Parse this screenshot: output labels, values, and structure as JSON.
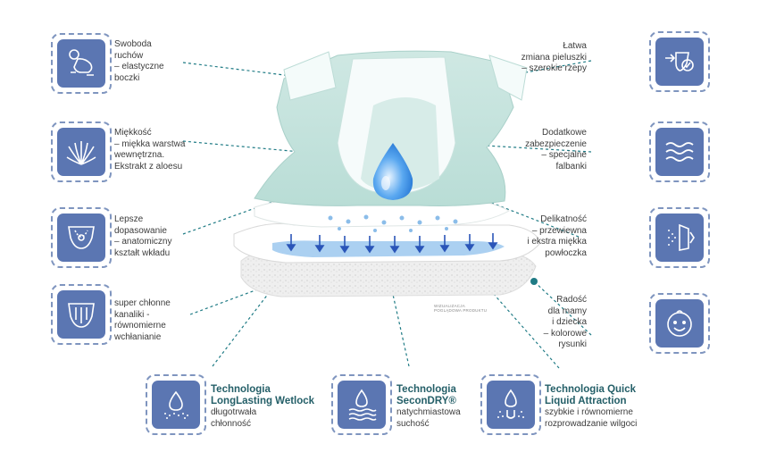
{
  "features_left": [
    {
      "icon": "baby-crawling-icon",
      "text": "Swoboda\nruchów\n– elastyczne\nboczki"
    },
    {
      "icon": "aloe-icon",
      "text": "Miękkość\n– miękka warstwa\nwewnętrzna.\nEkstrakt z aloesu"
    },
    {
      "icon": "diaper-fit-icon",
      "text": "Lepsze\ndopasowanie\n– anatomiczny\nkształt wkładu"
    },
    {
      "icon": "diaper-channels-icon",
      "text": "super chłonne\nkanaliki -\nrównomierne\nwchłanianie"
    }
  ],
  "features_right": [
    {
      "icon": "diaper-change-icon",
      "text": "Łatwa\nzmiana pieluszki\n– szerokie rzepy"
    },
    {
      "icon": "waves-icon",
      "text": "Dodatkowe\nzabezpieczenie\n– specjalne\nfalbanki"
    },
    {
      "icon": "breathable-layer-icon",
      "text": "Delikatność\n– przewiewna\ni ekstra miękka\npowłoczka"
    },
    {
      "icon": "baby-face-icon",
      "text": "Radość\ndla mamy\ni dziecka\n– kolorowe\nrysunki"
    }
  ],
  "technologies": [
    {
      "icon": "droplet-dots-icon",
      "title": "Technologia\nLongLasting Wetlock",
      "desc": "długotrwała\nchłonność"
    },
    {
      "icon": "droplet-fibers-icon",
      "title": "Technologia\nSeconDRY®",
      "desc": "natychmiastowa\nsuchość"
    },
    {
      "icon": "droplet-absorb-icon",
      "title": "Technologia Quick\nLiquid Attraction",
      "desc": "szybkie i równomierne\nrozprowadzanie wilgoci"
    }
  ],
  "product_note": "WIZUALIZACJA\nPOGLĄDOWA PRODUKTU",
  "colors": {
    "tile": "#5b76b2",
    "tile_border": "#7f95bf",
    "leader": "#1f7b85",
    "diaper_mint": "#cfe8e3",
    "drop": "#3b8fe0"
  }
}
